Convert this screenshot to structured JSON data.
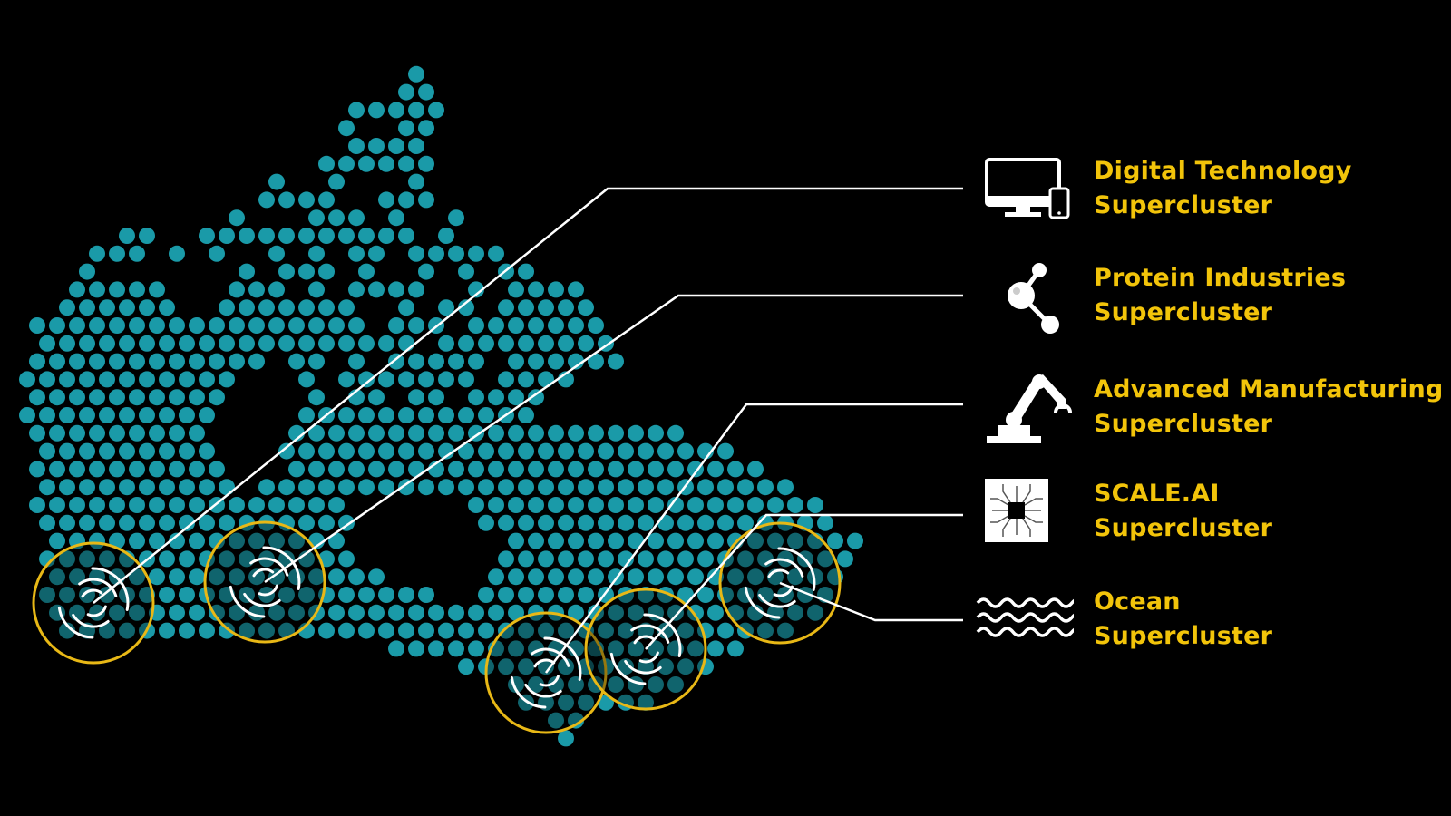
{
  "colors": {
    "background": "#000000",
    "map_dot": "#1a9aa8",
    "ring": "#e8b816",
    "line": "#ffffff",
    "label": "#f2c40a"
  },
  "superclusters": [
    {
      "id": "digital",
      "line1": "Digital Technology",
      "line2": "Supercluster",
      "icon": "computer-monitor-icon"
    },
    {
      "id": "protein",
      "line1": "Protein Industries",
      "line2": "Supercluster",
      "icon": "molecule-icon"
    },
    {
      "id": "manufacturing",
      "line1": "Advanced Manufacturing",
      "line2": "Supercluster",
      "icon": "robotic-arm-icon"
    },
    {
      "id": "scaleai",
      "line1": "SCALE.AI",
      "line2": "Supercluster",
      "icon": "ai-chip-icon"
    },
    {
      "id": "ocean",
      "line1": "Ocean",
      "line2": "Supercluster",
      "icon": "ocean-waves-icon"
    }
  ]
}
